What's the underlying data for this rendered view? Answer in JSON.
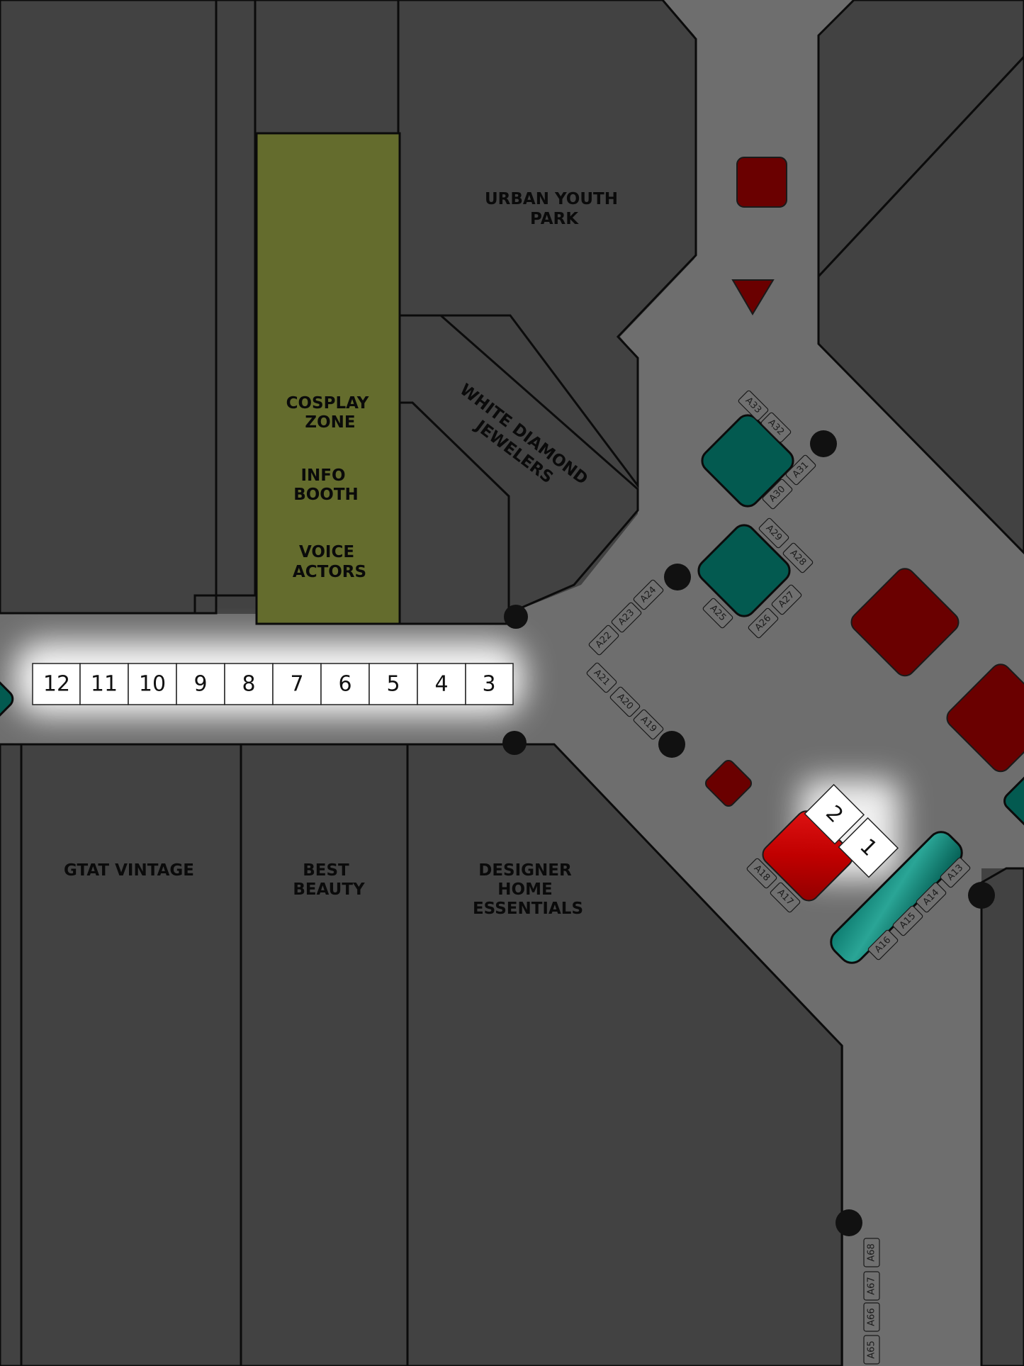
{
  "stores": {
    "urban_youth_park": [
      "URBAN YOUTH",
      "PARK"
    ],
    "white_diamond": [
      "WHITE DIAMOND",
      "JEWELERS"
    ],
    "cosplay_zone": [
      "COSPLAY",
      "ZONE"
    ],
    "info_booth": [
      "INFO",
      "BOOTH"
    ],
    "voice_actors": [
      "VOICE",
      "ACTORS"
    ],
    "gtat_vintage": [
      "GTAT VINTAGE"
    ],
    "best_beauty": [
      "BEST",
      "BEAUTY"
    ],
    "designer_home": [
      "DESIGNER",
      "HOME",
      "ESSENTIALS"
    ]
  },
  "row_booths": [
    "12",
    "11",
    "10",
    "9",
    "8",
    "7",
    "6",
    "5",
    "4",
    "3"
  ],
  "kiosk_booths": [
    "2",
    "1"
  ],
  "tags": {
    "a33": "A33",
    "a32": "A32",
    "a31": "A31",
    "a30": "A30",
    "a29": "A29",
    "a28": "A28",
    "a27": "A27",
    "a26": "A26",
    "a25": "A25",
    "a24": "A24",
    "a23": "A23",
    "a22": "A22",
    "a21": "A21",
    "a20": "A20",
    "a19": "A19",
    "a18": "A18",
    "a17": "A17",
    "a16": "A16",
    "a15": "A15",
    "a14": "A14",
    "a13": "A13",
    "a68": "A68",
    "a67": "A67",
    "a66": "A66",
    "a65": "A65"
  },
  "colors": {
    "corridor": "#6e6e6e",
    "store": "#424242",
    "highlight_zone": "#646c2d",
    "teal": "#035a50",
    "maroon": "#6a0000",
    "red": "#c00000",
    "pillar": "#111111"
  }
}
